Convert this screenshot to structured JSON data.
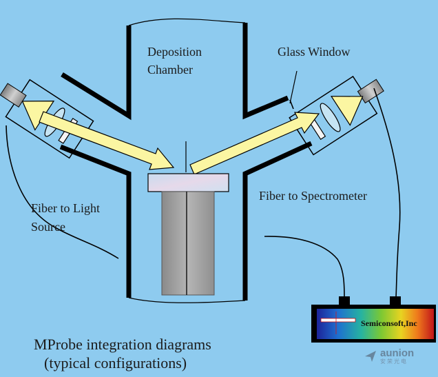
{
  "labels": {
    "deposition_chamber_line1": "Deposition",
    "deposition_chamber_line2": "Chamber",
    "glass_window": "Glass Window",
    "fiber_to_light_line1": "Fiber to Light",
    "fiber_to_light_line2": "Source",
    "fiber_to_spectrometer": "Fiber to Spectrometer"
  },
  "spectrometer": {
    "brand": "Semiconsoft,Inc"
  },
  "caption": {
    "line1": "MProbe integration diagrams",
    "line2": "(typical configurations)"
  },
  "watermark": {
    "name": "aunion",
    "subtitle": "安荣光电"
  },
  "colors": {
    "background": "#8ecbef",
    "beam_fill": "#fbf6a2",
    "chamber_wall": "#000000",
    "spectrum_start": "#1a1f9a",
    "spectrum_end": "#c0151a"
  }
}
